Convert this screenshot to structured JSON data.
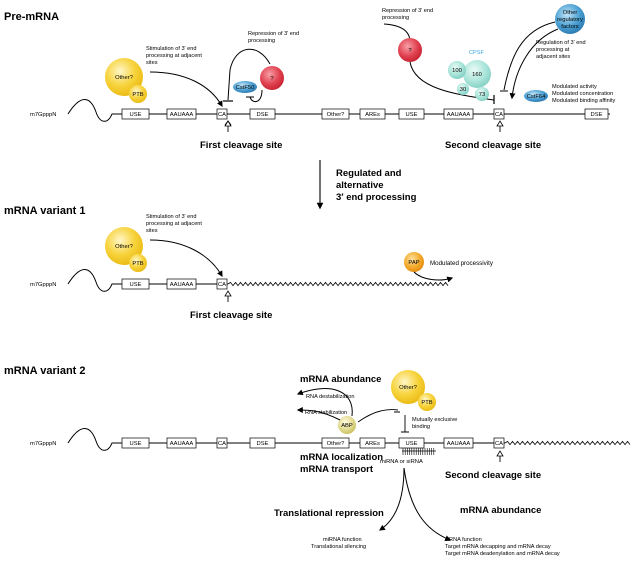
{
  "pre": {
    "title": "Pre-mRNA",
    "cap": "m7GpppN",
    "boxes": [
      "USE",
      "AAUAAA",
      "CA",
      "DSE",
      "Other?",
      "AREs",
      "USE",
      "AAUAAA",
      "CA",
      "DSE"
    ],
    "first_site": "First cleavage site",
    "second_site": "Second cleavage site",
    "stim": [
      "Stimulation of 3′ end",
      "processing at adjacent",
      "sites"
    ],
    "repr1": [
      "Repression of 3′ end",
      "processing"
    ],
    "repr2": [
      "Repression of 3′ end",
      "processing"
    ],
    "reg": [
      "Regulation of 3′ end",
      "processing at",
      "adjacent sites"
    ],
    "mod": [
      "Modulated activity",
      "Modulated concentration",
      "Modulated binding affinity"
    ],
    "other": "Other?",
    "ptb": "PTB",
    "cstf50": "CstF50",
    "cstf64": "CstF64",
    "q": "?",
    "cpsf": "CPSF",
    "cpsf_subs": [
      "100",
      "160",
      "30",
      "73"
    ],
    "orf": [
      "Other",
      "regulatory",
      "factors"
    ]
  },
  "middle": [
    "Regulated and",
    "alternative",
    "3′ end processing"
  ],
  "v1": {
    "title": "mRNA variant 1",
    "cap": "m7GpppN",
    "boxes": [
      "USE",
      "AAUAAA",
      "CA"
    ],
    "first_site": "First cleavage site",
    "stim": [
      "Stimulation of 3′ end",
      "processing at adjacent",
      "sites"
    ],
    "other": "Other?",
    "ptb": "PTB",
    "pap": "PAP",
    "proc": "Modulated processivity"
  },
  "v2": {
    "title": "mRNA variant 2",
    "cap": "m7GpppN",
    "boxes": [
      "USE",
      "AAUAAA",
      "CA",
      "DSE",
      "Other?",
      "AREs",
      "USE",
      "AAUAAA",
      "CA"
    ],
    "abundance_top": "mRNA abundance",
    "destab": "RNA destabilization",
    "stab": "RNA stabilization",
    "abp": "ABP",
    "other": "Other?",
    "ptb": "PTB",
    "mutual": [
      "Mutually exclusive",
      "binding"
    ],
    "loc": [
      "mRNA localization",
      "mRNA transport"
    ],
    "mirna": "miRNA or siRNA",
    "second_site": "Second cleavage site",
    "trans": "Translational repression",
    "trans_sub": [
      "miRNA function",
      "Translational silencing"
    ],
    "abundance_bottom": "mRNA abundance",
    "sirna_sub": [
      "siRNA function",
      "Target mRNA decapping and mRNA decay",
      "Target mRNA deadenylation and mRNA decay"
    ]
  },
  "colors": {
    "yellow": "#f2c21f",
    "red": "#d9303f",
    "blue": "#3b8fc4",
    "teal": "#7fd1c7",
    "orange": "#ef9b1a",
    "olive": "#d8d07a",
    "cpsf_text": "#38a9e0"
  }
}
